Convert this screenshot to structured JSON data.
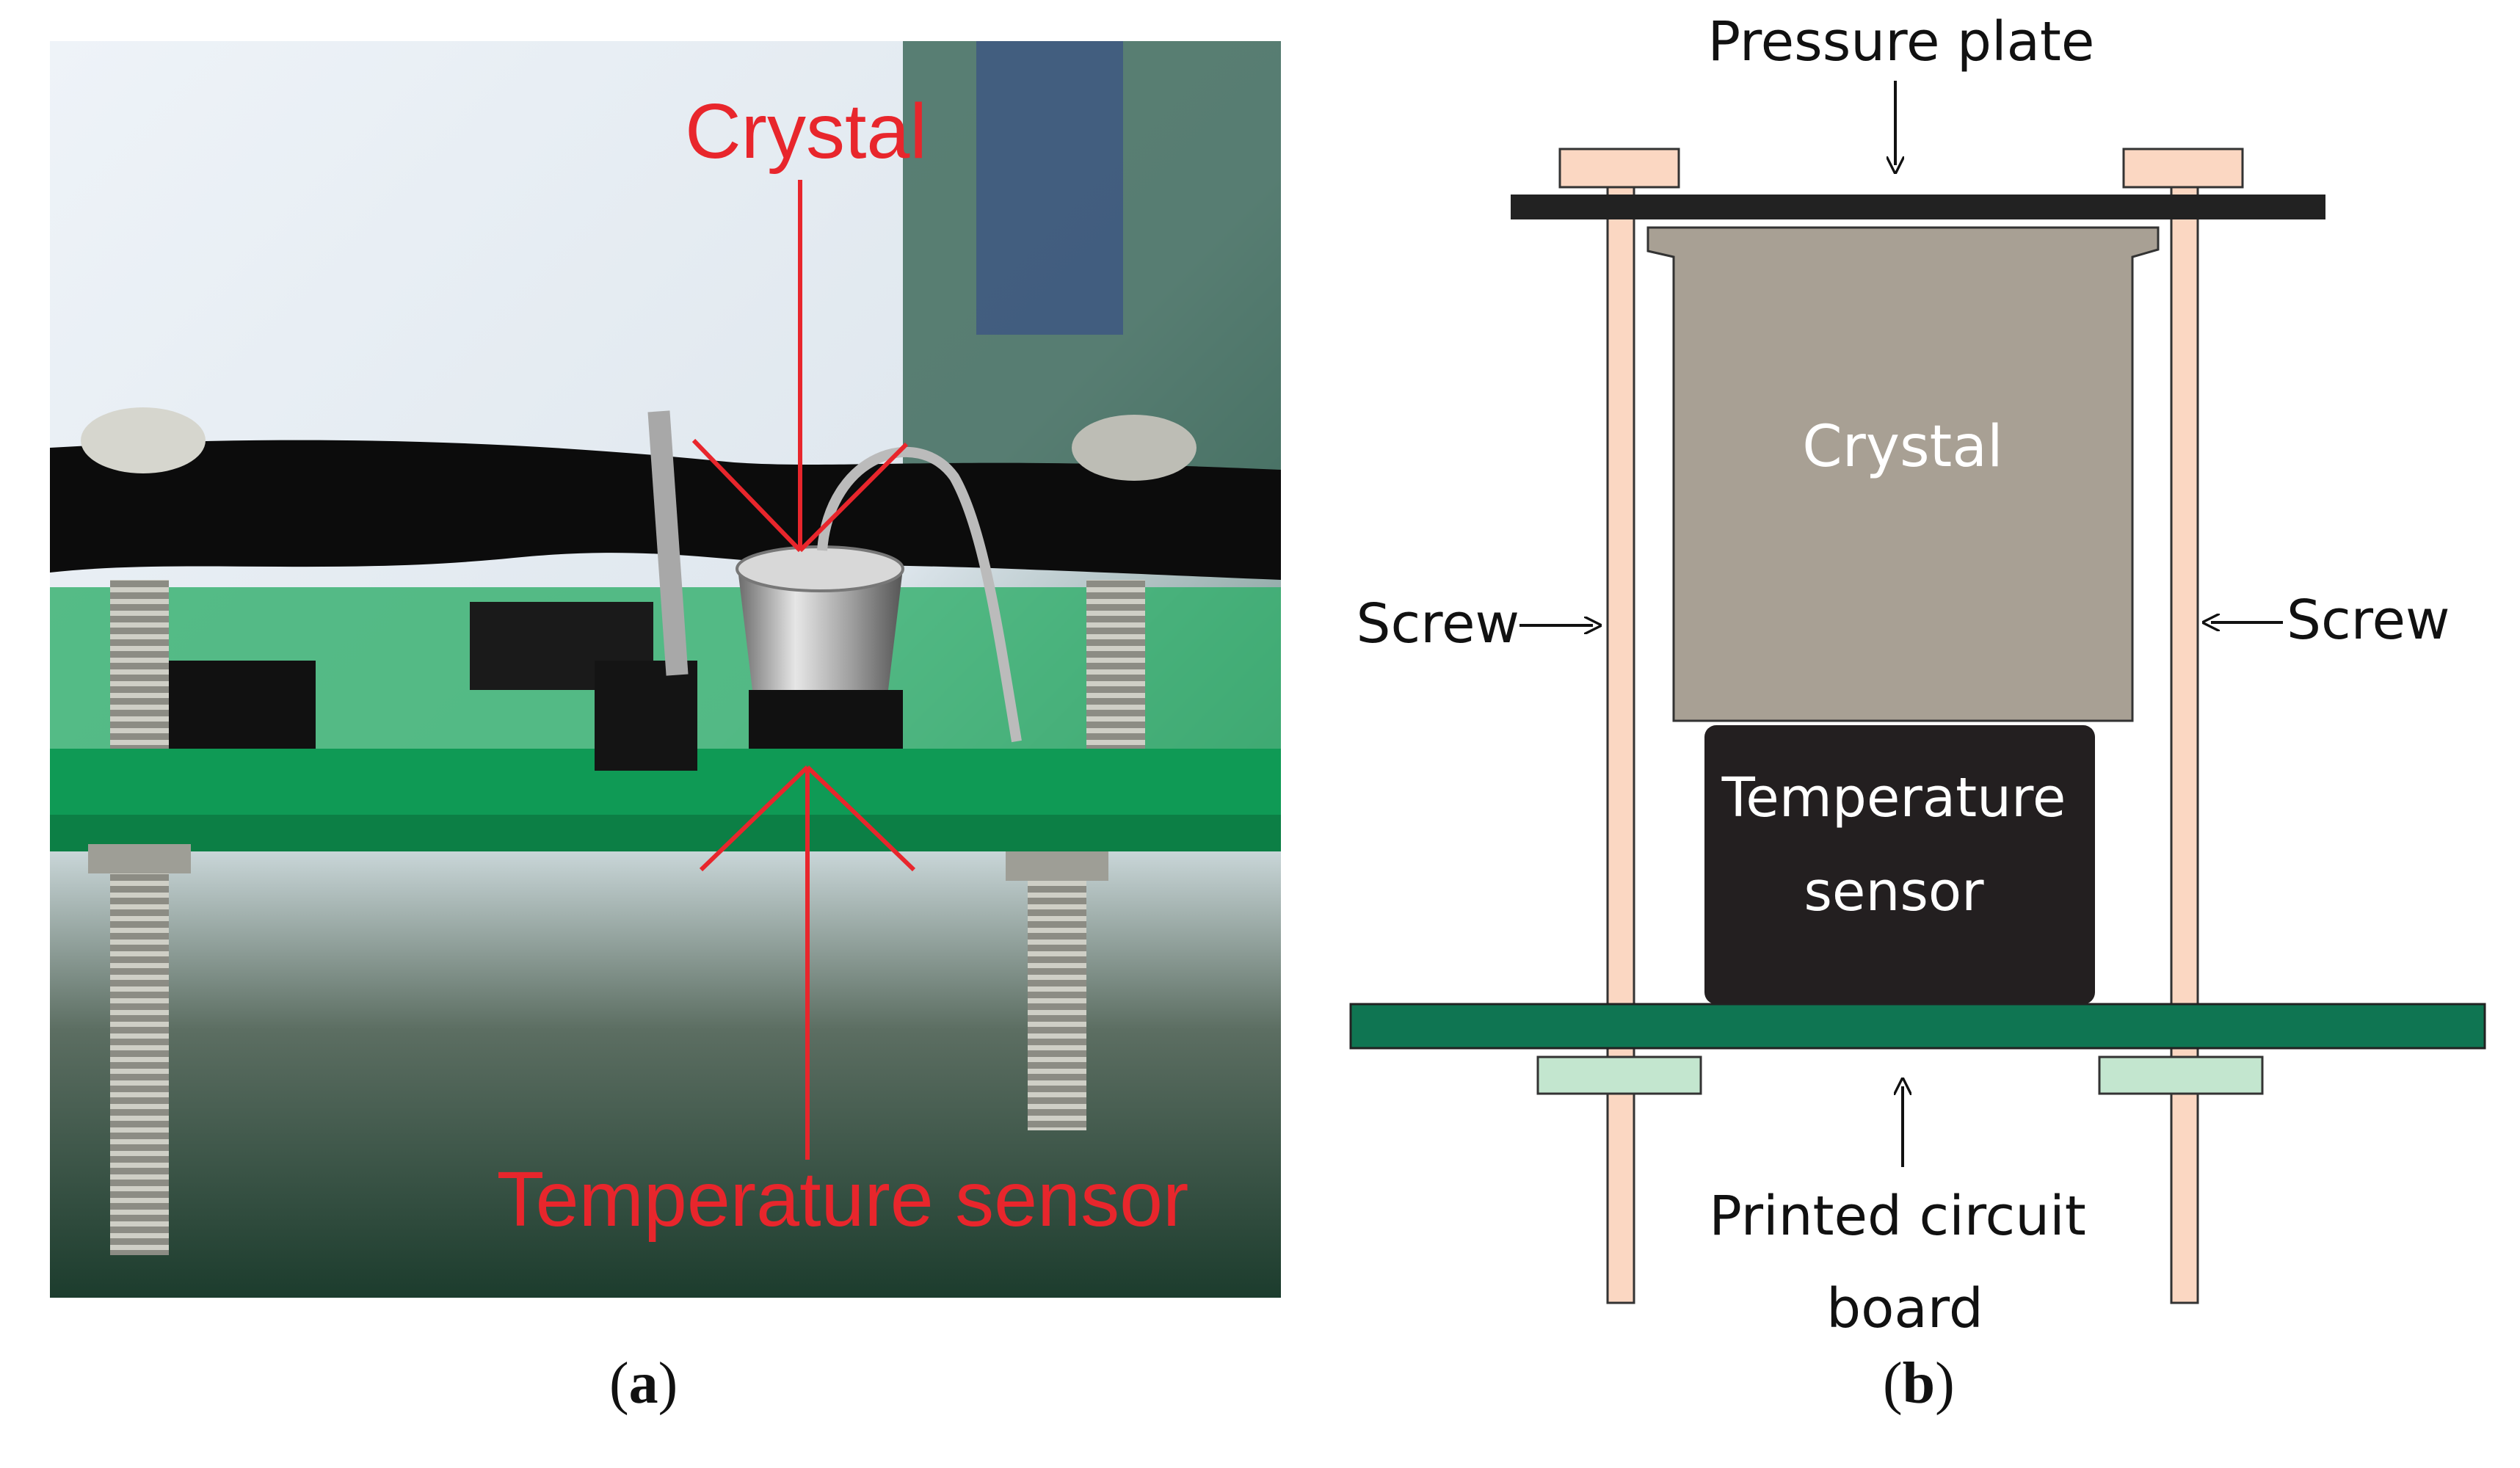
{
  "panel_a": {
    "label_crystal": "Crystal",
    "label_sensor": "Temperature sensor",
    "caption_letter": "a",
    "annotation_color": "#e8262c"
  },
  "panel_b": {
    "label_pressure_plate": "Pressure plate",
    "label_crystal": "Crystal",
    "label_sensor_line1": "Temperature",
    "label_sensor_line2": "sensor",
    "label_screw_left": "Screw",
    "label_screw_right": "Screw",
    "label_pcb_line1": "Printed circuit",
    "label_pcb_line2": "board",
    "caption_letter": "b",
    "colors": {
      "pressure_plate": "#222222",
      "crystal": "#a8a094",
      "sensor": "#231f20",
      "pcb": "#0f7552",
      "screw": "#fbd7c2",
      "nut": "#c3e6cf"
    }
  }
}
